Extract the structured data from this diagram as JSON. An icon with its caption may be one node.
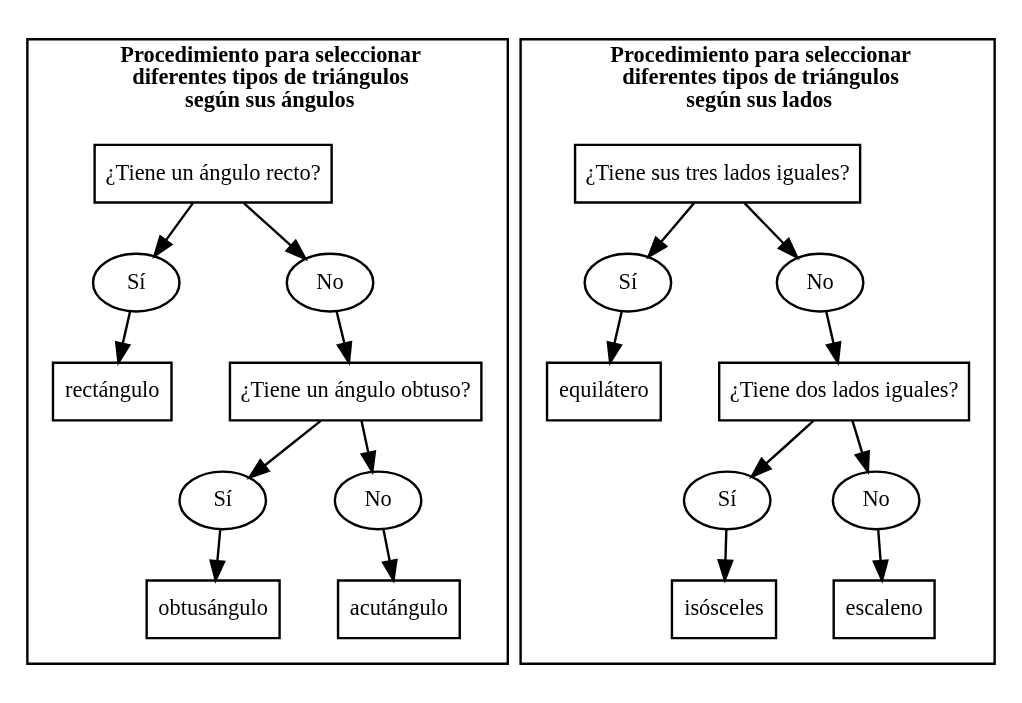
{
  "diagram": {
    "nodes": [
      {
        "text": [
          "Procedimiento para seleccionar diferentes tipos de triángulos según sus ángulos"
        ]
      },
      {
        "text": [
          "¿Tiene un ángulo recto?"
        ],
        "in": 0
      },
      {
        "text": [
          "Sí"
        ],
        "in": 0
      },
      {
        "text": [
          "No"
        ],
        "in": 0
      },
      {
        "text": [
          "rectángulo"
        ],
        "in": 0
      },
      {
        "text": [
          "¿Tiene un ángulo obtuso?"
        ],
        "in": 0
      },
      {
        "text": [
          "Sí"
        ],
        "in": 0
      },
      {
        "text": [
          "No"
        ],
        "in": 0
      },
      {
        "text": [
          "obtusángulo"
        ],
        "in": 0
      },
      {
        "text": [
          "acutángulo"
        ],
        "in": 0
      },
      {
        "text": [
          "Procedimiento para seleccionar diferentes tipos de triángulos según sus lados"
        ]
      },
      {
        "text": [
          "¿Tiene sus tres lados iguales?"
        ],
        "in": 10
      },
      {
        "text": [
          "Sí"
        ],
        "in": 10
      },
      {
        "text": [
          "No"
        ],
        "in": 10
      },
      {
        "text": [
          "equilátero"
        ],
        "in": 10
      },
      {
        "text": [
          "¿Tiene dos lados iguales?"
        ],
        "in": 10
      },
      {
        "text": [
          "Sí"
        ],
        "in": 10
      },
      {
        "text": [
          "No"
        ],
        "in": 10
      },
      {
        "text": [
          "isósceles"
        ],
        "in": 10
      },
      {
        "text": [
          "escaleno"
        ],
        "in": 10
      }
    ],
    "edges": [
      {
        "from": 1,
        "to": 2,
        "arrow": "to"
      },
      {
        "from": 1,
        "to": 3,
        "arrow": "to"
      },
      {
        "from": 2,
        "to": 4,
        "arrow": "to"
      },
      {
        "from": 3,
        "to": 5,
        "arrow": "to"
      },
      {
        "from": 5,
        "to": 6,
        "arrow": "to"
      },
      {
        "from": 5,
        "to": 7,
        "arrow": "to"
      },
      {
        "from": 6,
        "to": 8,
        "arrow": "to"
      },
      {
        "from": 7,
        "to": 9,
        "arrow": "to"
      },
      {
        "from": 11,
        "to": 12,
        "arrow": "to"
      },
      {
        "from": 11,
        "to": 13,
        "arrow": "to"
      },
      {
        "from": 12,
        "to": 14,
        "arrow": "to"
      },
      {
        "from": 13,
        "to": 15,
        "arrow": "to"
      },
      {
        "from": 15,
        "to": 16,
        "arrow": "to"
      },
      {
        "from": 15,
        "to": 17,
        "arrow": "to"
      },
      {
        "from": 16,
        "to": 18,
        "arrow": "to"
      },
      {
        "from": 17,
        "to": 19,
        "arrow": "to"
      }
    ]
  }
}
